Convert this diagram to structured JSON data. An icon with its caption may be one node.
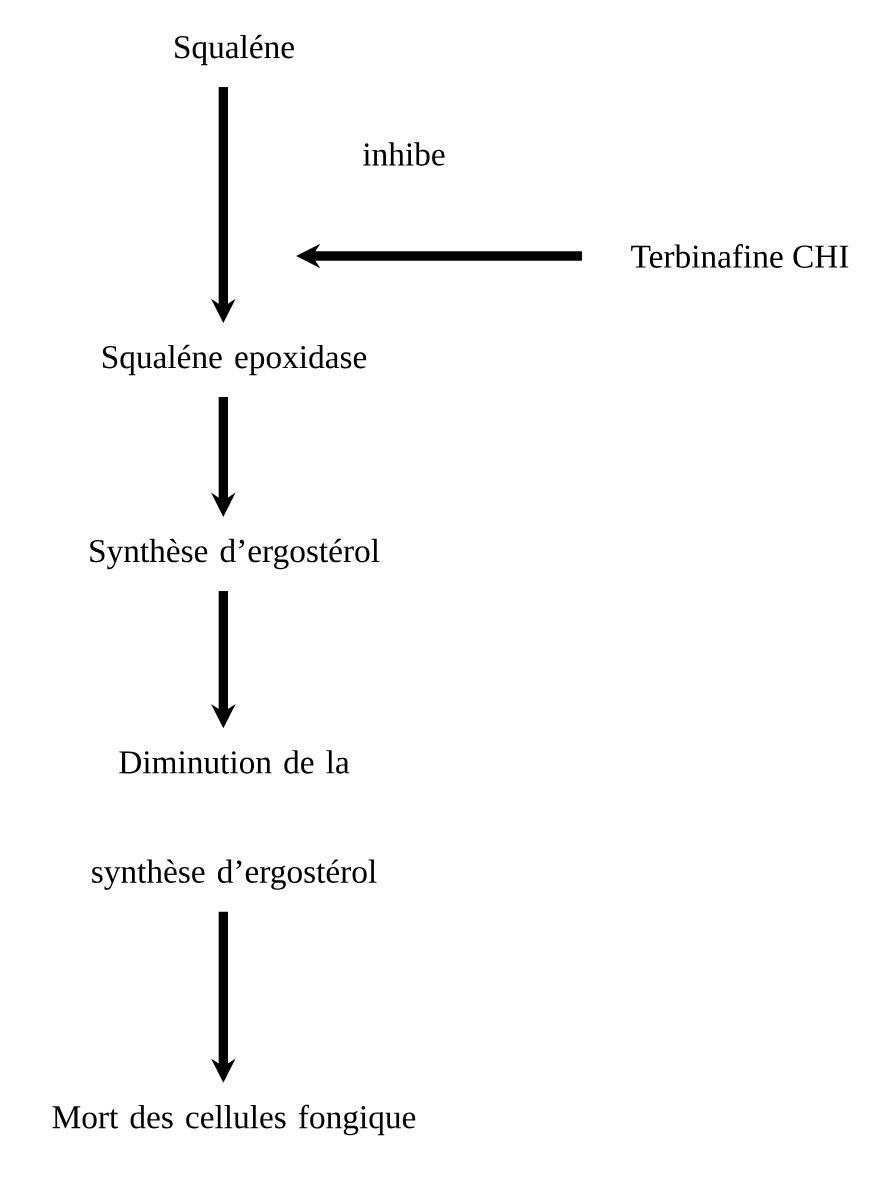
{
  "diagram": {
    "nodes": [
      {
        "text": [
          "Squaléne"
        ]
      },
      {
        "text": [
          "Squaléne epoxidase"
        ]
      },
      {
        "text": [
          "Synthèse d’ergostérol"
        ]
      },
      {
        "text": [
          "Diminution de la synthèse d’ergostérol"
        ]
      },
      {
        "text": [
          "Mort des cellules fongique"
        ]
      },
      {
        "text": [
          "Terbinafine CHI"
        ]
      }
    ],
    "edges": [
      {
        "from": 0,
        "to": 1,
        "arrow": "to"
      },
      {
        "from": 5,
        "to": null,
        "arrow": "to",
        "label": "inhibe"
      },
      {
        "from": 1,
        "to": 2,
        "arrow": "to"
      },
      {
        "from": 2,
        "to": 3,
        "arrow": "to"
      },
      {
        "from": 3,
        "to": 4,
        "arrow": "to"
      }
    ]
  }
}
